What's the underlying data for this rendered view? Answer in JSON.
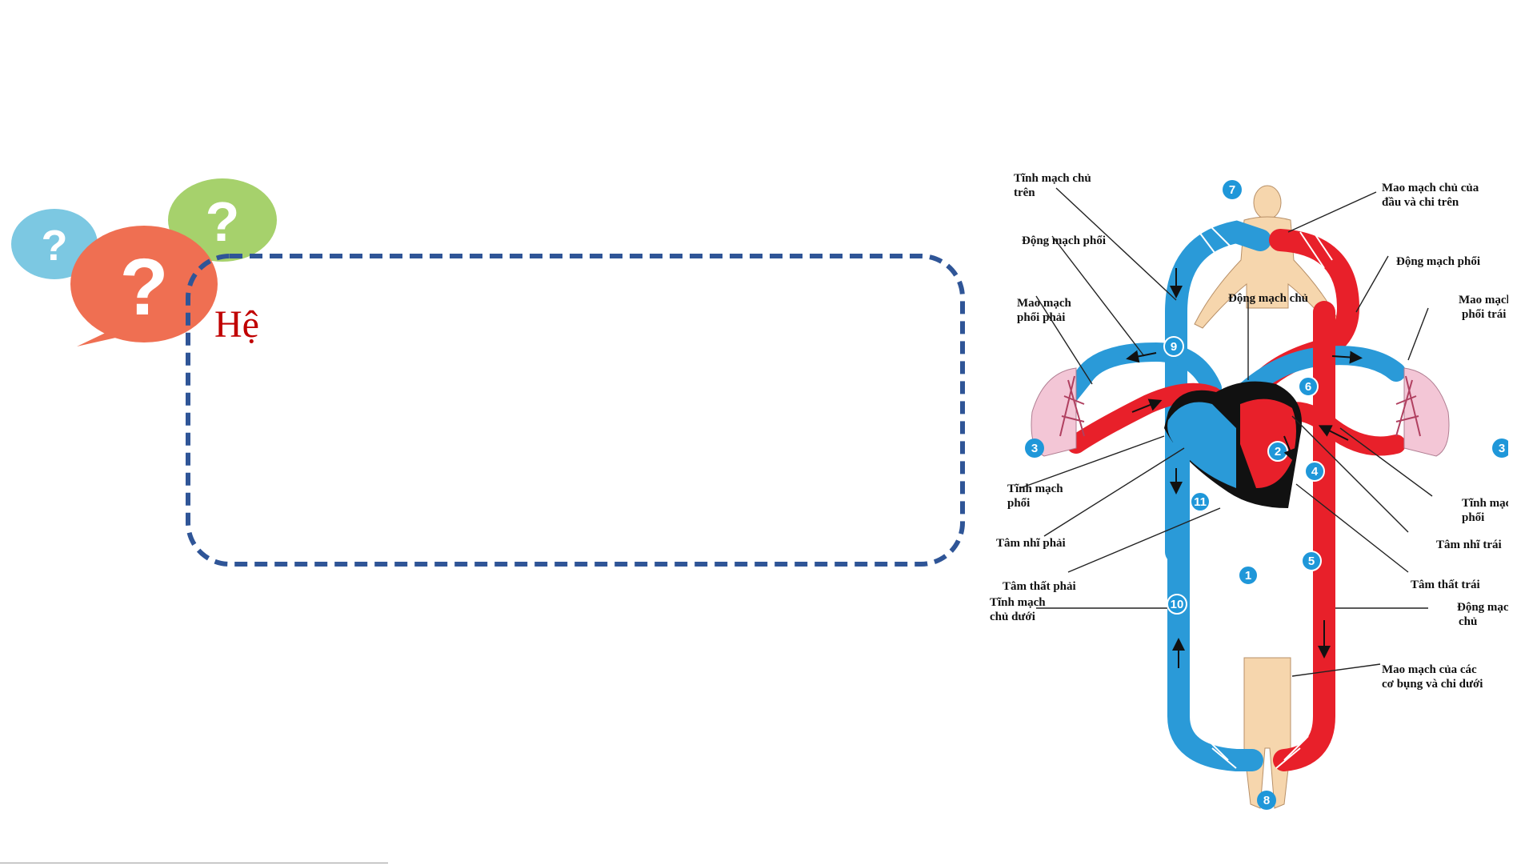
{
  "slide": {
    "heading": "Hệ"
  },
  "bubbles": {
    "glyph": "?"
  },
  "diagram": {
    "labels": {
      "tinh_mach_chu_tren": [
        "Tĩnh mạch chủ",
        "trên"
      ],
      "dong_mach_phoi_left": [
        "Động mạch phổi"
      ],
      "mao_mach_phoi_phai": [
        "Mao mạch",
        "phổi phải"
      ],
      "tinh_mach_phoi_left": [
        "Tĩnh mạch",
        "phổi"
      ],
      "tam_nhi_phai": [
        "Tâm nhĩ phải"
      ],
      "tam_that_phai": [
        "Tâm thất phải"
      ],
      "tinh_mach_chu_duoi": [
        "Tĩnh mạch",
        "chủ dưới"
      ],
      "mao_mach_chu_dau": [
        "Mao mạch chủ của",
        "đầu và chi trên"
      ],
      "dong_mach_phoi_right": [
        "Động mạch phổi"
      ],
      "mao_mach_phoi_trai": [
        "Mao mạch",
        "phổi trái"
      ],
      "dong_mach_chu_center": [
        "Động mạch chủ"
      ],
      "tinh_mach_phoi_right": [
        "Tĩnh mạch",
        "phổi"
      ],
      "tam_nhi_trai": [
        "Tâm nhĩ trái"
      ],
      "tam_that_trai": [
        "Tâm thất trái"
      ],
      "dong_mach_chu_right": [
        "Động mạch",
        "chủ"
      ],
      "mao_mach_co_bung": [
        "Mao mạch của các",
        "cơ bụng và chi dưới"
      ]
    },
    "numbers": [
      "7",
      "9",
      "6",
      "3",
      "3",
      "2",
      "4",
      "11",
      "5",
      "1",
      "10",
      "8"
    ],
    "colors": {
      "oxygenated": "#e8202a",
      "deoxygenated": "#2a9ad8",
      "heart_shadow": "#111111",
      "body": "#f6d6ad",
      "lung": "#f3c6d6",
      "badge": "#1f97d9"
    }
  }
}
